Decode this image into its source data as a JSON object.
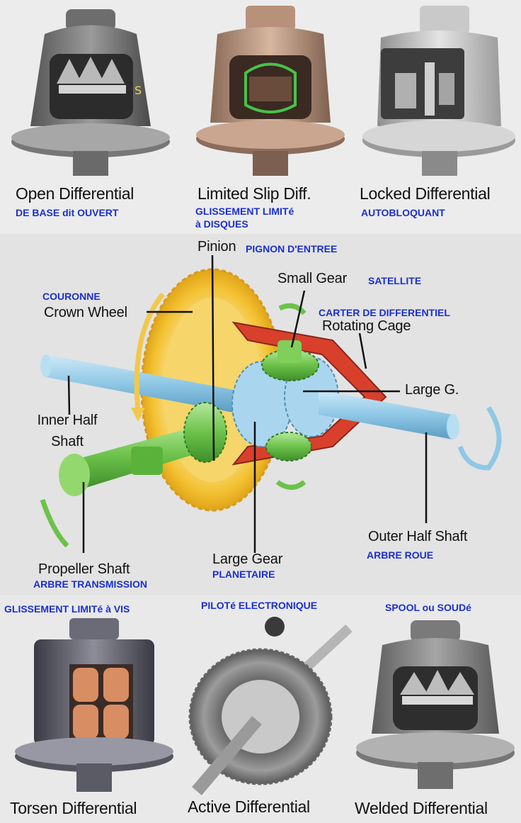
{
  "top_row": [
    {
      "title": "Open Differential",
      "fr": "DE BASE dit OUVERT"
    },
    {
      "title": "Limited Slip Diff.",
      "fr_line1": "GLISSEMENT LIMITé",
      "fr_line2": "à DISQUES"
    },
    {
      "title": "Locked Differential",
      "fr": "AUTOBLOQUANT"
    }
  ],
  "diagram": {
    "pinion": "Pinion",
    "pinion_fr": "PIGNON D'ENTREE",
    "small_gear": "Small Gear",
    "small_gear_fr": "SATELLITE",
    "crown_fr": "COURONNE",
    "crown": "Crown Wheel",
    "cage_fr": "CARTER DE DIFFERENTIEL",
    "cage": "Rotating Cage",
    "large_g": "Large G.",
    "inner_line1": "Inner Half",
    "inner_line2": "Shaft",
    "outer": "Outer Half Shaft",
    "outer_fr": "ARBRE ROUE",
    "large_gear": "Large Gear",
    "large_gear_fr": "PLANETAIRE",
    "propeller": "Propeller Shaft",
    "propeller_fr": "ARBRE TRANSMISSION"
  },
  "bottom_row": [
    {
      "fr": "GLISSEMENT LIMITé à VIS",
      "title": "Torsen Differential"
    },
    {
      "fr": "PILOTé ELECTRONIQUE",
      "title": "Active Differential"
    },
    {
      "fr": "SPOOL ou SOUDé",
      "title": "Welded Differential"
    }
  ],
  "colors": {
    "label_blue": "#1a2fd1",
    "crown_yellow": "#f3c233",
    "shaft_blue": "#8fc8e6",
    "gear_green": "#6cc24a",
    "cage_red": "#d8402c"
  }
}
